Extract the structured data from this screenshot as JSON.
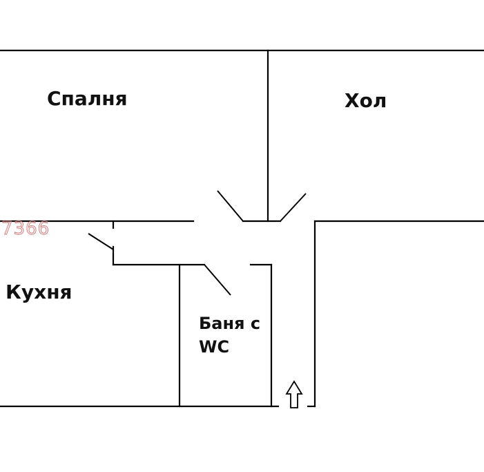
{
  "rooms": {
    "bedroom": "Спалня",
    "living": "Хол",
    "kitchen": "Кухня",
    "bath_line1": "Баня с",
    "bath_line2": "WC"
  },
  "watermark": "7366",
  "entrance_icon": "arrow-up-icon",
  "colors": {
    "wall": "#000000",
    "watermark": "#d27a7a"
  }
}
